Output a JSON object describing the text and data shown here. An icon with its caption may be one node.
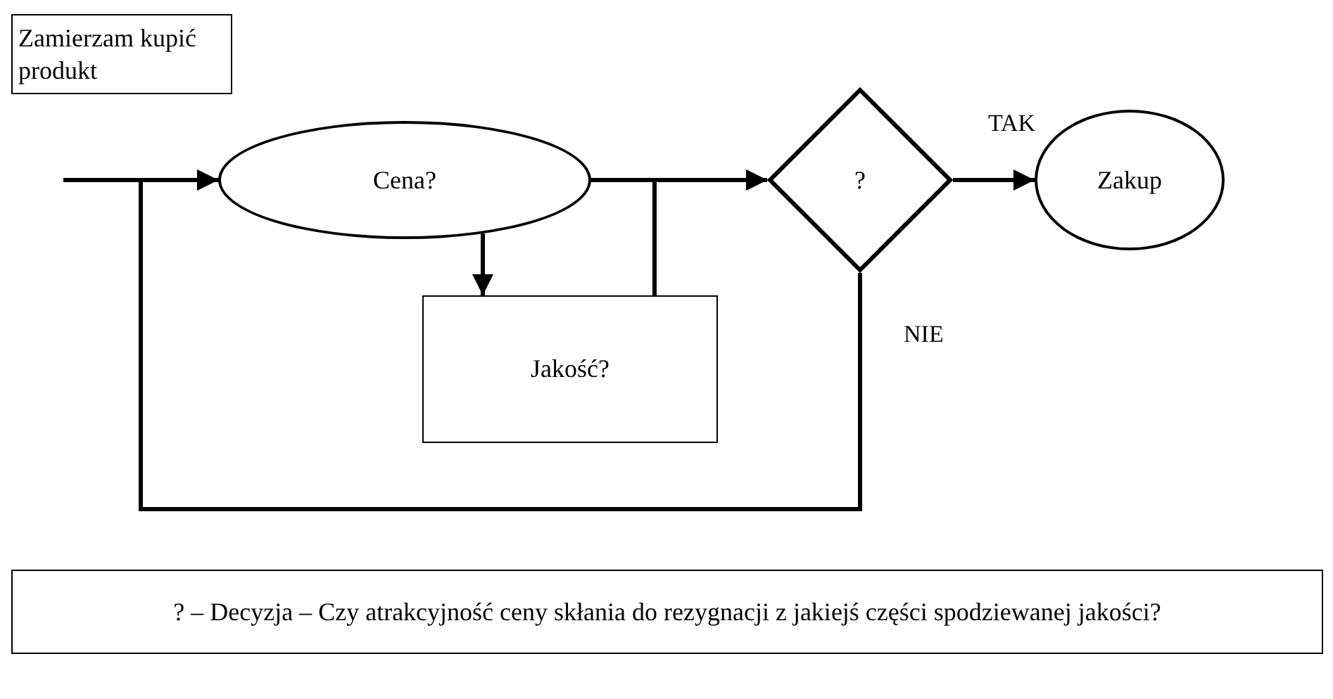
{
  "diagram": {
    "nodes": [
      {
        "text": [
          "Zamierzam kupić produkt"
        ]
      },
      {
        "text": [
          "Cena?"
        ]
      },
      {
        "text": [
          "Jakość?"
        ]
      },
      {
        "text": [
          "?"
        ]
      },
      {
        "text": [
          "Zakup"
        ]
      },
      {
        "text": [
          "? – Decyzja – Czy atrakcyjność ceny skłania do rezygnacji z jakiejś części spodziewanej jakości?"
        ]
      }
    ],
    "edges": [
      {
        "from": null,
        "to": 1,
        "arrow": "to"
      },
      {
        "from": 1,
        "to": 2,
        "arrow": "to"
      },
      {
        "from": 1,
        "to": 3,
        "arrow": "to"
      },
      {
        "from": 2,
        "to": 3,
        "arrow": "to"
      },
      {
        "from": 3,
        "to": 4,
        "label": "TAK",
        "arrow": "to"
      },
      {
        "from": 3,
        "to": 1,
        "label": "NIE",
        "arrow": "to"
      }
    ]
  }
}
